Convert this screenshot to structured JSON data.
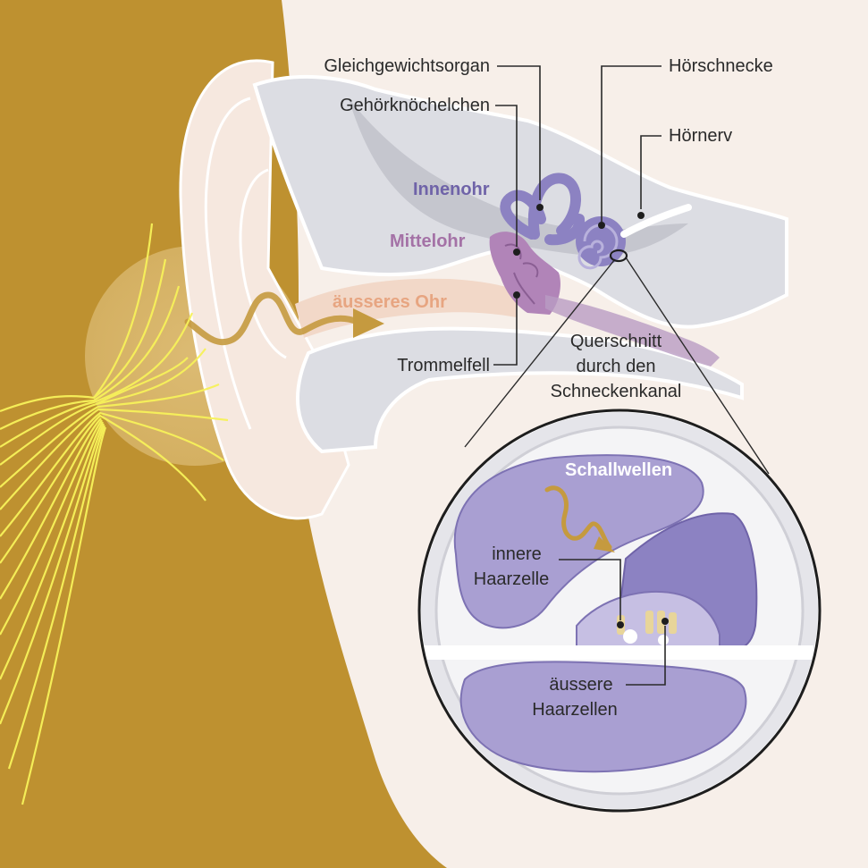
{
  "labels": {
    "gleichgewichtsorgan": "Gleichgewichtsorgan",
    "gehoerknoechelchen": "Gehörknöchelchen",
    "hoerschnecke": "Hörschnecke",
    "hoernerv": "Hörnerv",
    "innenohr": "Innenohr",
    "mittelohr": "Mittelohr",
    "aeusseres_ohr": "äusseres Ohr",
    "trommelfell": "Trommelfell",
    "querschnitt_line1": "Querschnitt",
    "querschnitt_line2": "durch den",
    "querschnitt_line3": "Schneckenkanal",
    "schallwellen": "Schallwellen",
    "innere_line1": "innere",
    "innere_line2": "Haarzelle",
    "aeussere_line1": "äussere",
    "aeussere_line2": "Haarzellen"
  },
  "colors": {
    "background": "#f7efe9",
    "head": "#be9130",
    "skin": "#f6e8df",
    "bone": "#dcdde3",
    "bone_dark": "#c5c6ce",
    "inner_ear": "#8c82c2",
    "middle_ear": "#b184b8",
    "sound_arrow": "#c59a3f",
    "nerve_lines": "#f7f25a"
  }
}
